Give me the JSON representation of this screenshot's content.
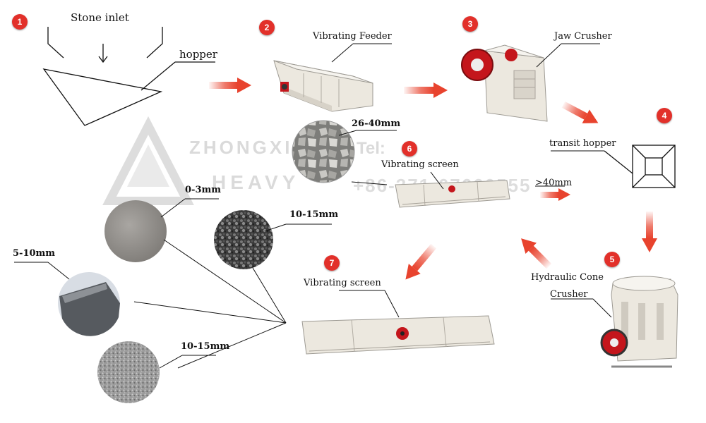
{
  "watermark": {
    "company_line1": "ZHONGXIN",
    "company_line2": "HEAVY",
    "phone_label": "Tel:",
    "phone": "+86-371-67660555"
  },
  "steps": [
    {
      "number": "1",
      "label": "Stone inlet",
      "sublabel": "hopper"
    },
    {
      "number": "2",
      "label": "Vibrating Feeder"
    },
    {
      "number": "3",
      "label": "Jaw Crusher"
    },
    {
      "number": "4",
      "label": "transit hopper"
    },
    {
      "number": "5",
      "label": "Hydraulic Cone",
      "sublabel": "Crusher"
    },
    {
      "number": "6",
      "label": "Vibrating screen"
    },
    {
      "number": "7",
      "label": "Vibrating screen"
    }
  ],
  "sizes": {
    "recycle": "26-40mm",
    "oversize": ">40mm",
    "sand": "0-3mm",
    "fine": "5-10mm",
    "medium_a": "10-15mm",
    "medium_b": "10-15mm"
  },
  "colors": {
    "badge": "#e2302a",
    "arrow": "#e8432e",
    "machine_body": "#ece8df",
    "flywheel": "#c4161c"
  }
}
